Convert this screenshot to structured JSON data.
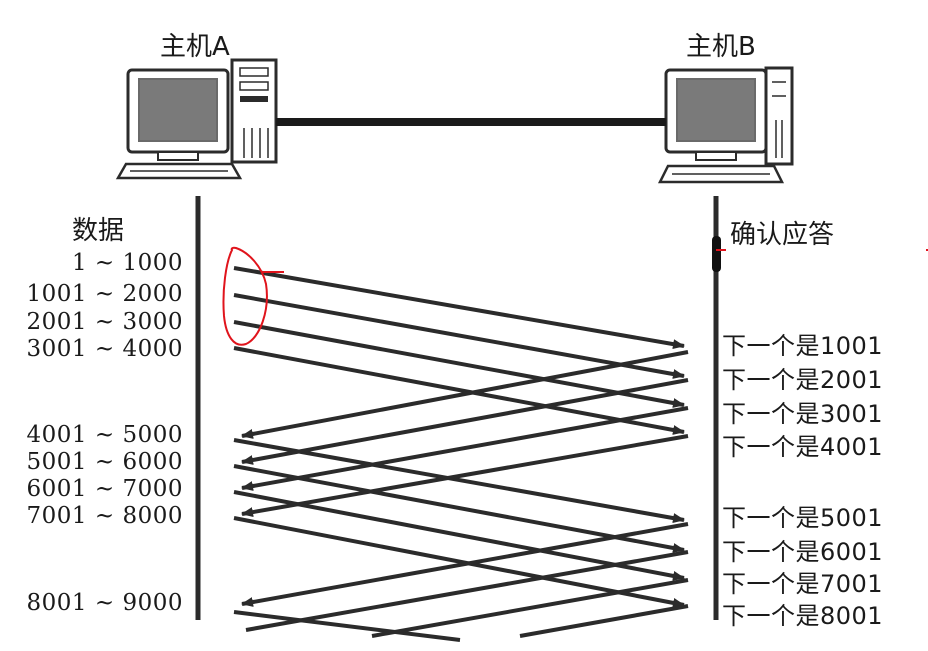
{
  "hosts": {
    "a": {
      "label": "主机A"
    },
    "b": {
      "label": "主机B"
    }
  },
  "columns": {
    "data_header": "数据",
    "ack_header": "确认应答"
  },
  "data_segments": [
    "1 ~ 1000",
    "1001 ~ 2000",
    "2001 ~ 3000",
    "3001 ~ 4000",
    "4001 ~ 5000",
    "5001 ~ 6000",
    "6001 ~ 7000",
    "7001 ~ 8000",
    "8001 ~ 9000"
  ],
  "acks": [
    "下一个是1001",
    "下一个是2001",
    "下一个是3001",
    "下一个是4001",
    "下一个是5001",
    "下一个是6001",
    "下一个是7001",
    "下一个是8001"
  ],
  "colors": {
    "line": "#2b2b2b",
    "annotation": "#e0141c"
  }
}
